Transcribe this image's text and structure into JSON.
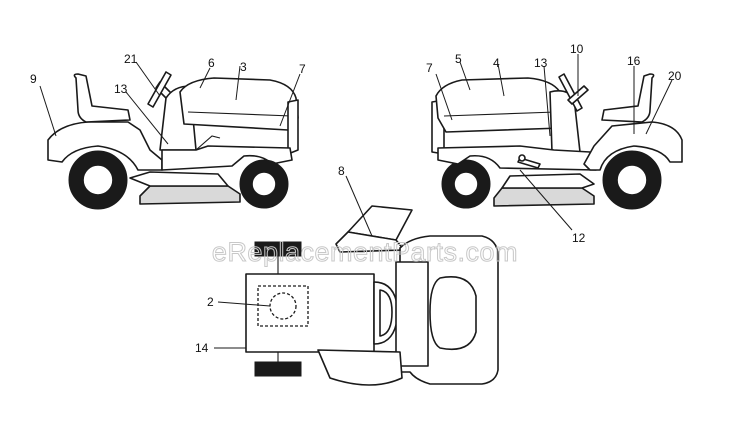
{
  "watermark": "eReplacementParts.com",
  "callouts": {
    "left": {
      "c9": "9",
      "c21": "21",
      "c6": "6",
      "c3": "3",
      "c7": "7",
      "c13": "13"
    },
    "right": {
      "c7": "7",
      "c5": "5",
      "c4": "4",
      "c13": "13",
      "c10": "10",
      "c16": "16",
      "c20": "20",
      "c12": "12"
    },
    "top": {
      "c8": "8",
      "c2": "2",
      "c14": "14"
    }
  },
  "colors": {
    "line": "#1a1a1a",
    "watermark": "#c8c8c8"
  }
}
